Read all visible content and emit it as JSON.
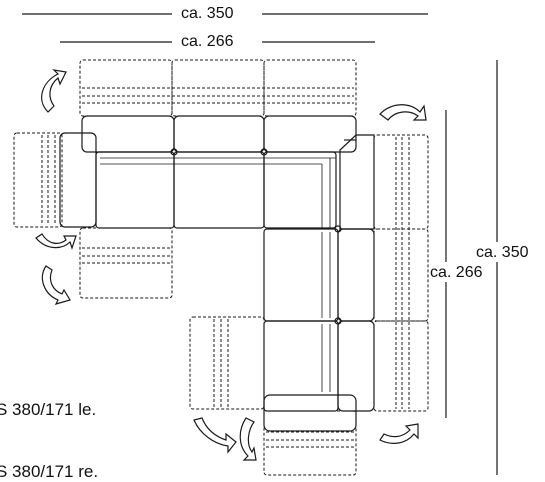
{
  "dimensions": {
    "outer_width": "ca. 350",
    "inner_width": "ca. 266",
    "outer_height": "ca. 350",
    "inner_height": "ca. 266"
  },
  "captions": {
    "line1": "S 380/171 le.",
    "line2": "S 380/171 re."
  },
  "colors": {
    "line": "#1a1a1a",
    "background": "#ffffff"
  }
}
